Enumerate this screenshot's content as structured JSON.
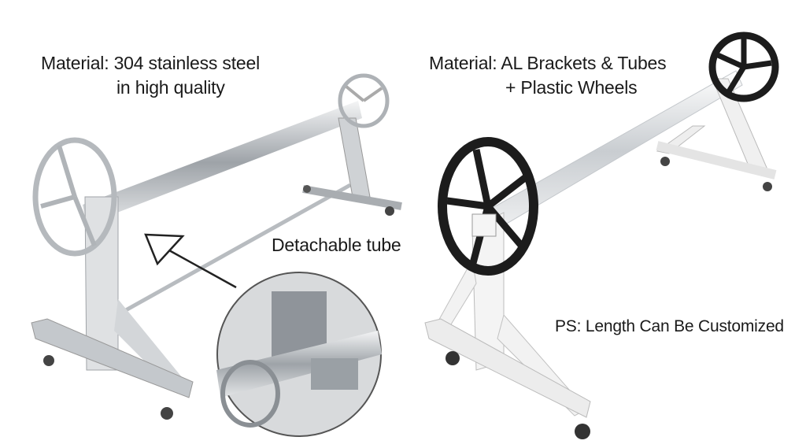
{
  "left_product": {
    "material_line1": "Material: 304 stainless steel",
    "material_line2": "in high quality",
    "detail_label": "Detachable tube"
  },
  "right_product": {
    "material_line1": "Material: AL Brackets & Tubes",
    "material_line2": "+ Plastic Wheels",
    "note": "PS: Length Can Be Customized"
  },
  "colors": {
    "steel": "#c8ccd0",
    "wheel_black": "#1c1c1c",
    "frame_white": "#f2f2f2"
  }
}
